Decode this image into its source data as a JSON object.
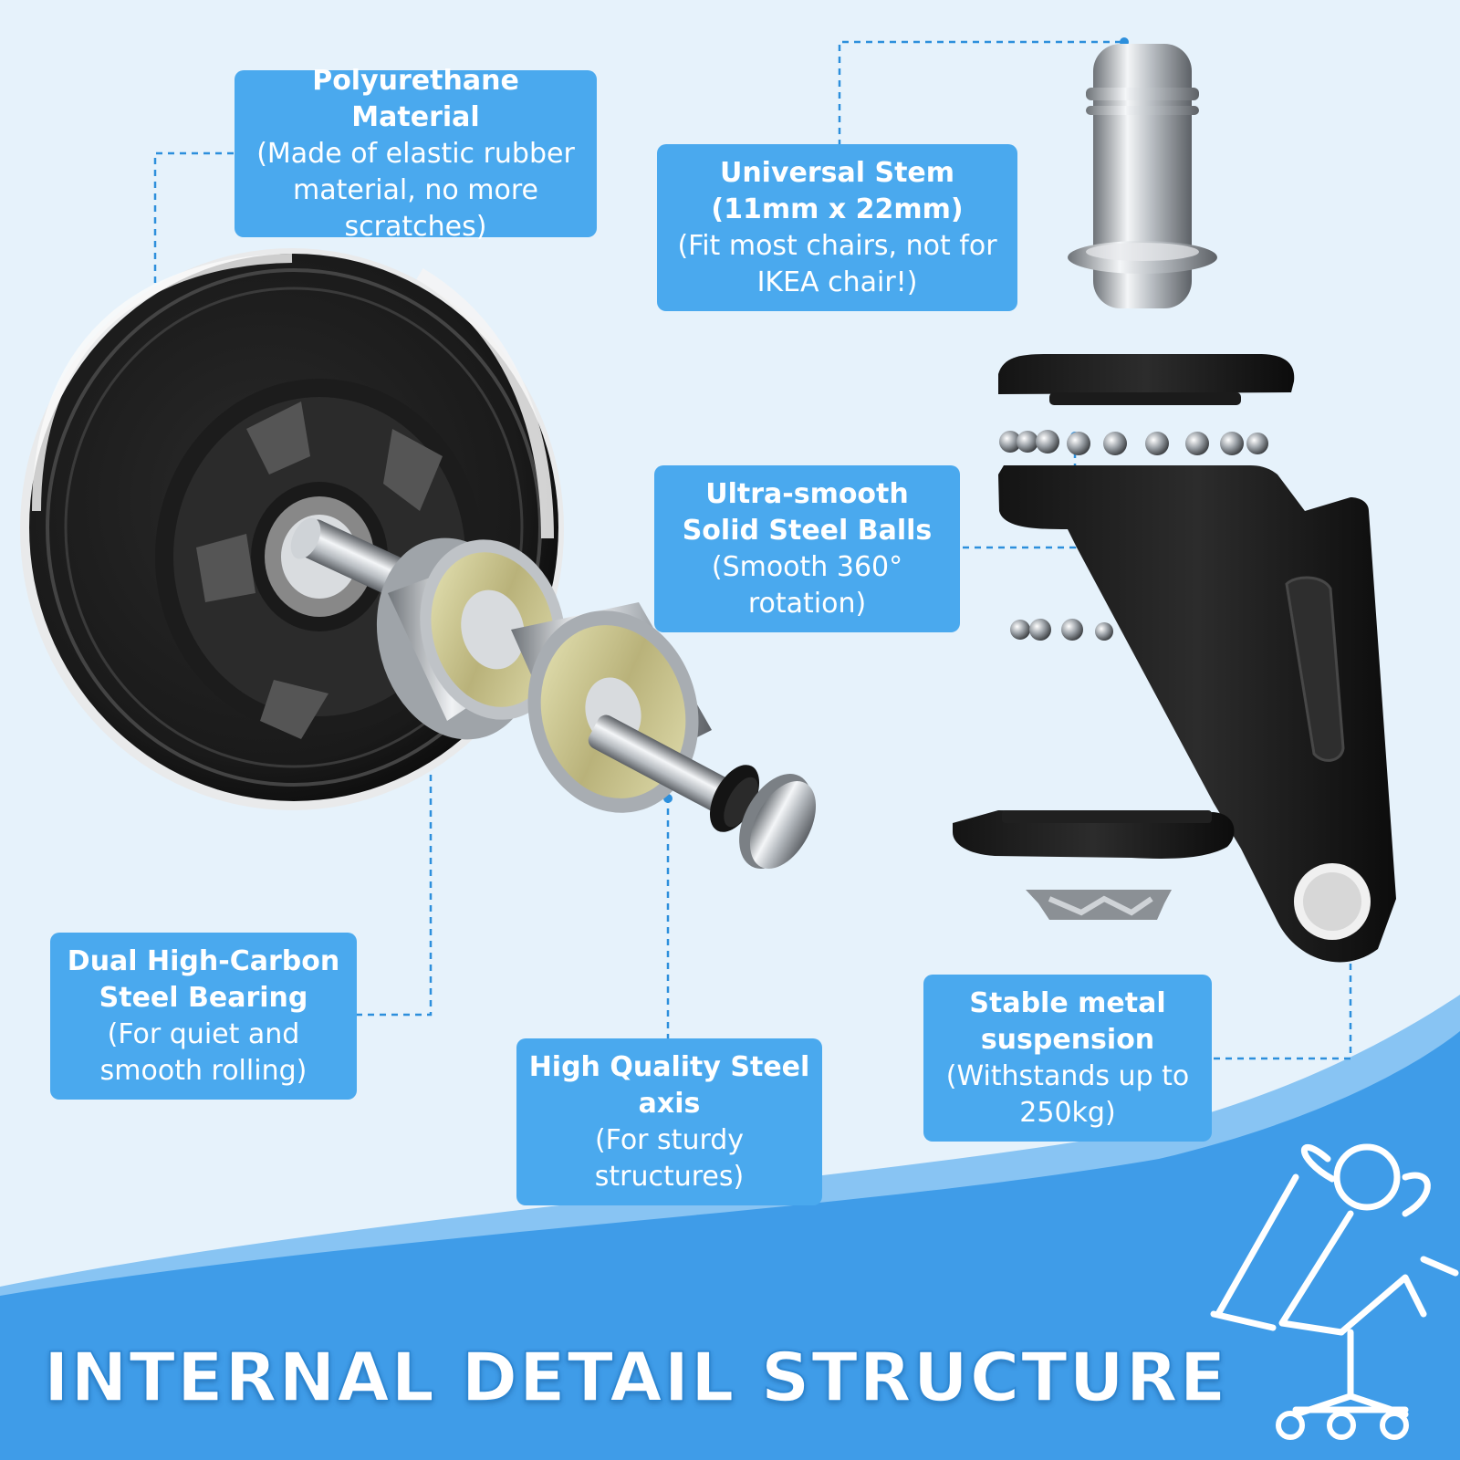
{
  "labels": {
    "polyurethane": {
      "title": "Polyurethane Material",
      "desc": "(Made of elastic rubber material, no more scratches)"
    },
    "stem": {
      "title": "Universal Stem (11mm x 22mm)",
      "desc": "(Fit most chairs, not for IKEA chair!)"
    },
    "balls": {
      "title": "Ultra-smooth Solid Steel Balls",
      "desc": "(Smooth 360° rotation)"
    },
    "bearing": {
      "title": "Dual High-Carbon Steel Bearing",
      "desc": "(For quiet and smooth rolling)"
    },
    "axis": {
      "title": "High Quality Steel axis",
      "desc": "(For sturdy structures)"
    },
    "suspension": {
      "title": "Stable metal suspension",
      "desc": "(Withstands up to 250kg)"
    }
  },
  "banner": {
    "text": "INTERNAL DETAIL STRUCTURE"
  },
  "colors": {
    "background": "#e6f2fb",
    "label_bg": "#4aa9ee",
    "wave": "#3f9ce8",
    "wave_light": "#88c4f3",
    "leader": "#2d8fdc"
  },
  "icons": [
    "office-chair-recline-icon"
  ]
}
